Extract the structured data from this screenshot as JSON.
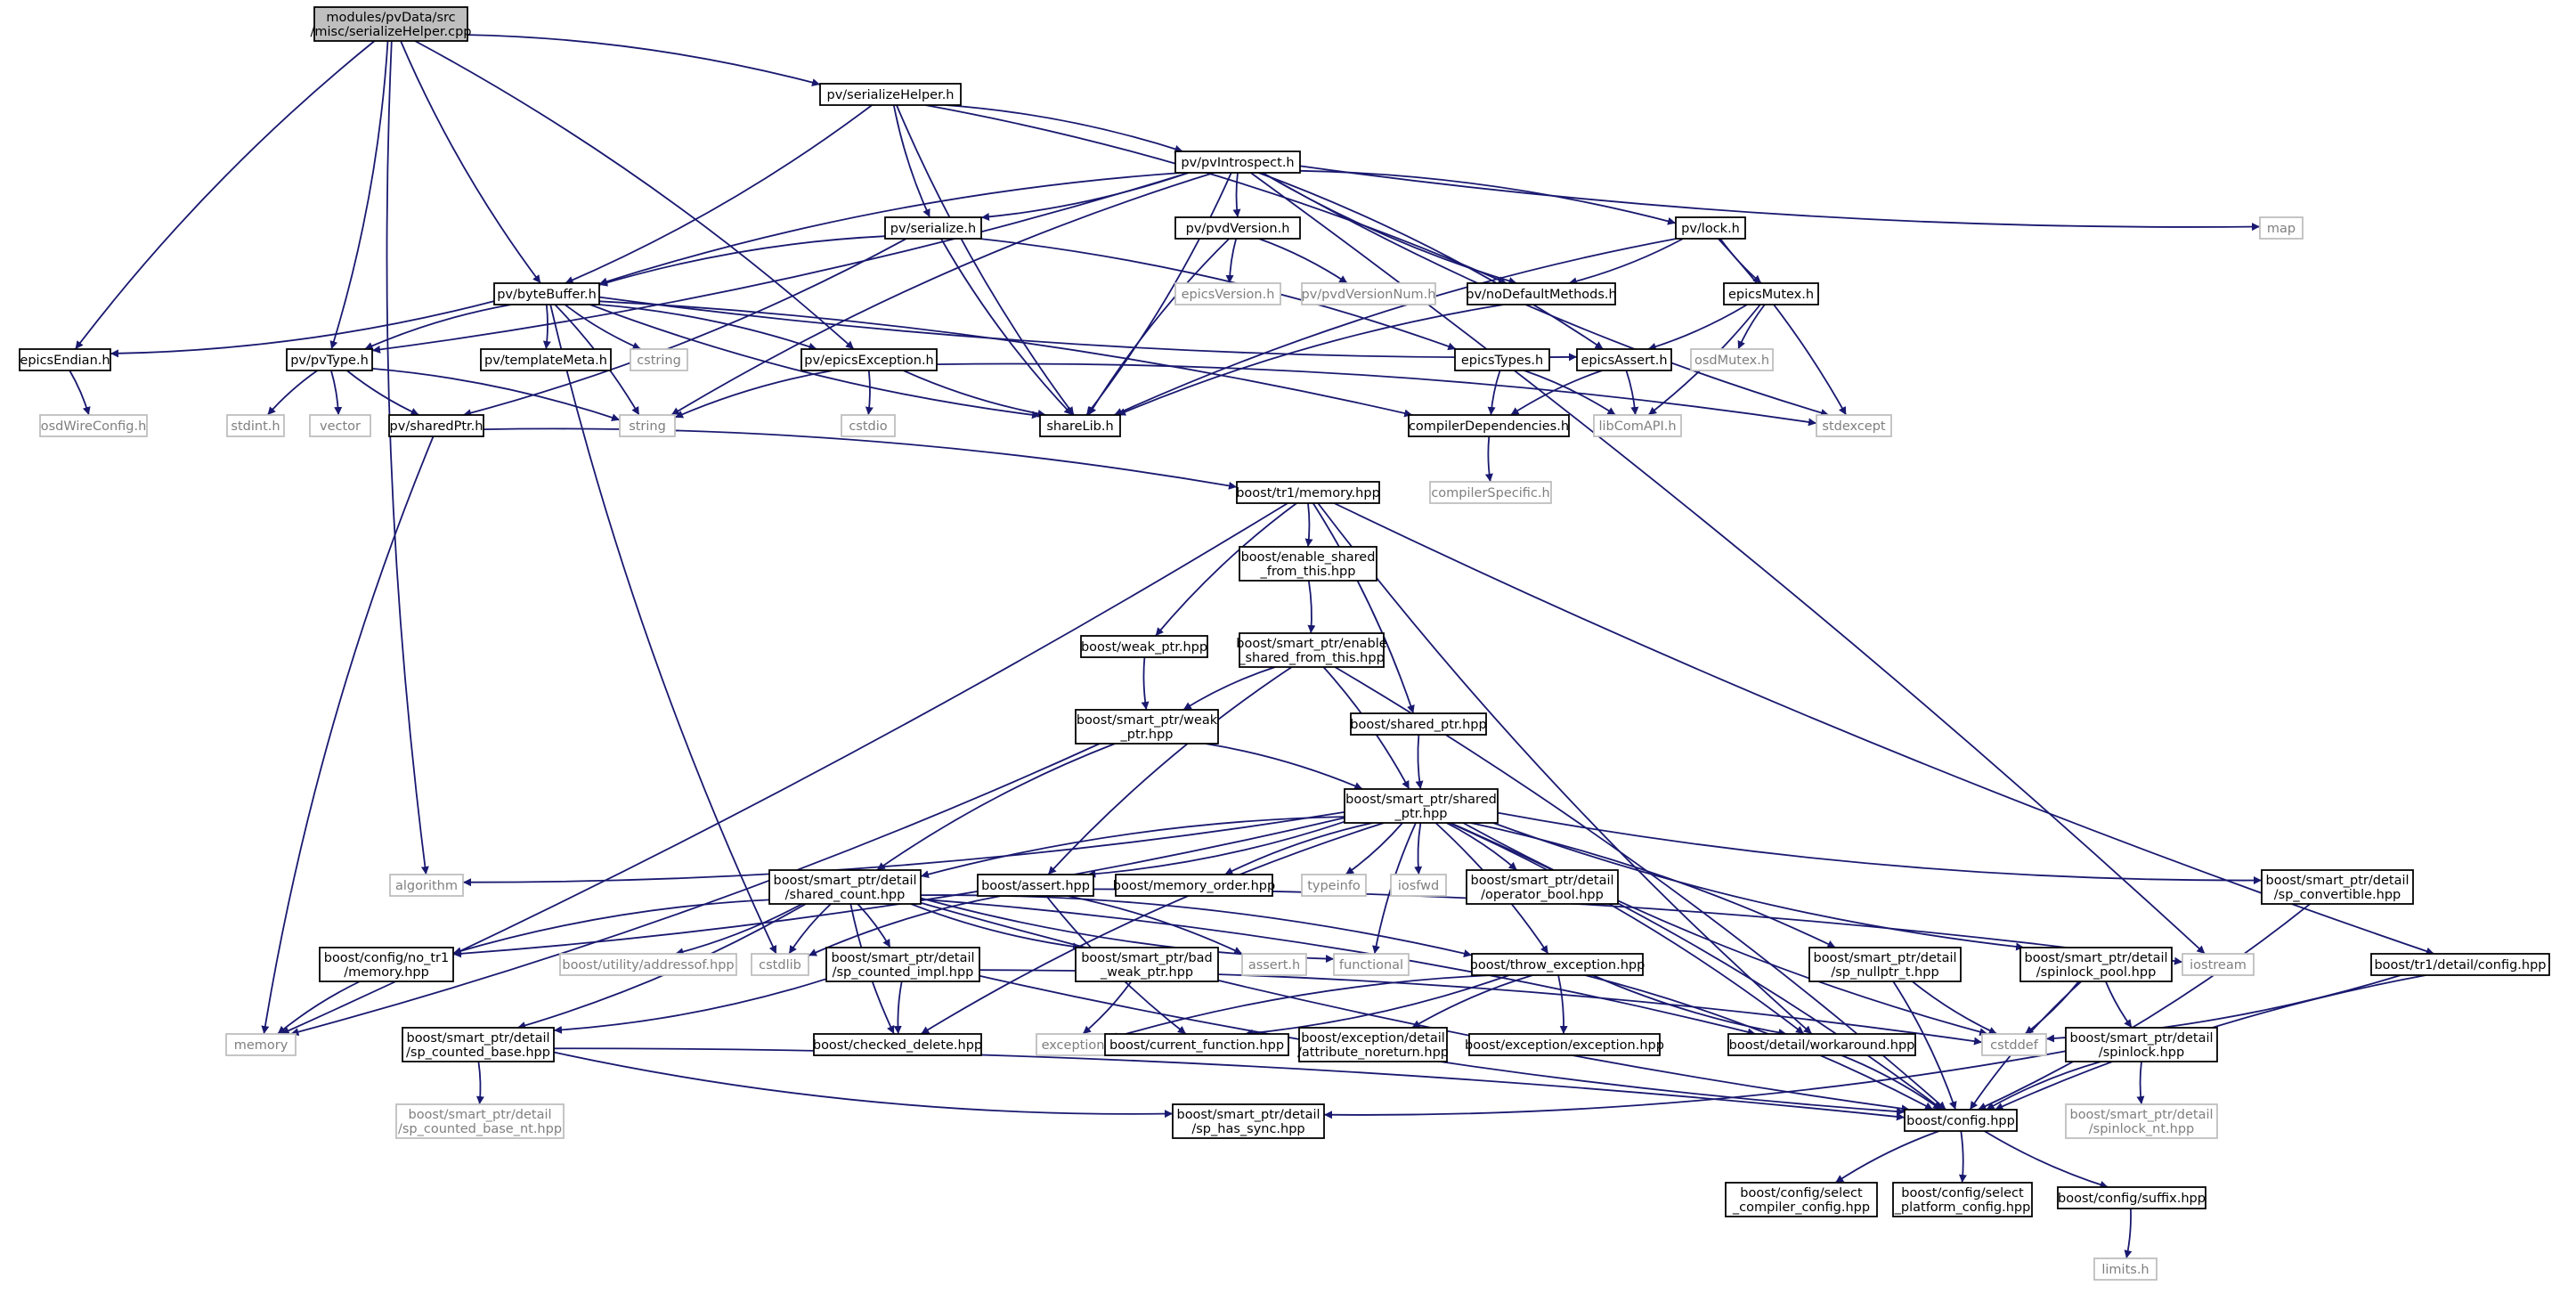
{
  "root": "modules/pvData/src/misc/serializeHelper.cpp",
  "colors": {
    "root_fill": "#bfbfbf",
    "node_border": "#000000",
    "external_border": "#bfbfbf",
    "edge": "#191970",
    "external_text": "#7f7f7f"
  },
  "nodes": [
    {
      "id": "root",
      "lines": [
        "modules/pvData/src",
        "/misc/serializeHelper.cpp"
      ],
      "kind": "root"
    },
    {
      "id": "serializeHelper",
      "lines": [
        "pv/serializeHelper.h"
      ],
      "kind": "local"
    },
    {
      "id": "pvIntrospect",
      "lines": [
        "pv/pvIntrospect.h"
      ],
      "kind": "local"
    },
    {
      "id": "map",
      "lines": [
        "map"
      ],
      "kind": "external"
    },
    {
      "id": "serialize",
      "lines": [
        "pv/serialize.h"
      ],
      "kind": "local"
    },
    {
      "id": "pvdVersion",
      "lines": [
        "pv/pvdVersion.h"
      ],
      "kind": "local"
    },
    {
      "id": "lock",
      "lines": [
        "pv/lock.h"
      ],
      "kind": "local"
    },
    {
      "id": "byteBuffer",
      "lines": [
        "pv/byteBuffer.h"
      ],
      "kind": "local"
    },
    {
      "id": "epicsVersion",
      "lines": [
        "epicsVersion.h"
      ],
      "kind": "external"
    },
    {
      "id": "pvdVersionNum",
      "lines": [
        "pv/pvdVersionNum.h"
      ],
      "kind": "external"
    },
    {
      "id": "noDefaultMethods",
      "lines": [
        "pv/noDefaultMethods.h"
      ],
      "kind": "local"
    },
    {
      "id": "epicsMutex",
      "lines": [
        "epicsMutex.h"
      ],
      "kind": "local"
    },
    {
      "id": "epicsEndian",
      "lines": [
        "epicsEndian.h"
      ],
      "kind": "local"
    },
    {
      "id": "osdWireConfig",
      "lines": [
        "osdWireConfig.h"
      ],
      "kind": "external"
    },
    {
      "id": "pvType",
      "lines": [
        "pv/pvType.h"
      ],
      "kind": "local"
    },
    {
      "id": "templateMeta",
      "lines": [
        "pv/templateMeta.h"
      ],
      "kind": "local"
    },
    {
      "id": "cstring",
      "lines": [
        "cstring"
      ],
      "kind": "external"
    },
    {
      "id": "epicsException",
      "lines": [
        "pv/epicsException.h"
      ],
      "kind": "local"
    },
    {
      "id": "epicsTypes",
      "lines": [
        "epicsTypes.h"
      ],
      "kind": "local"
    },
    {
      "id": "epicsAssert",
      "lines": [
        "epicsAssert.h"
      ],
      "kind": "local"
    },
    {
      "id": "osdMutex",
      "lines": [
        "osdMutex.h"
      ],
      "kind": "external"
    },
    {
      "id": "stdint",
      "lines": [
        "stdint.h"
      ],
      "kind": "external"
    },
    {
      "id": "vector",
      "lines": [
        "vector"
      ],
      "kind": "external"
    },
    {
      "id": "sharedPtr",
      "lines": [
        "pv/sharedPtr.h"
      ],
      "kind": "local"
    },
    {
      "id": "string",
      "lines": [
        "string"
      ],
      "kind": "external"
    },
    {
      "id": "cstdio",
      "lines": [
        "cstdio"
      ],
      "kind": "external"
    },
    {
      "id": "shareLib",
      "lines": [
        "shareLib.h"
      ],
      "kind": "local"
    },
    {
      "id": "compilerDependencies",
      "lines": [
        "compilerDependencies.h"
      ],
      "kind": "local"
    },
    {
      "id": "libComAPI",
      "lines": [
        "libComAPI.h"
      ],
      "kind": "external"
    },
    {
      "id": "stdexcept",
      "lines": [
        "stdexcept"
      ],
      "kind": "external"
    },
    {
      "id": "compilerSpecific",
      "lines": [
        "compilerSpecific.h"
      ],
      "kind": "external"
    },
    {
      "id": "tr1memory",
      "lines": [
        "boost/tr1/memory.hpp"
      ],
      "kind": "local"
    },
    {
      "id": "enableShared",
      "lines": [
        "boost/enable_shared",
        "_from_this.hpp"
      ],
      "kind": "local"
    },
    {
      "id": "spEnableShared",
      "lines": [
        "boost/smart_ptr/enable",
        "_shared_from_this.hpp"
      ],
      "kind": "local"
    },
    {
      "id": "weakPtr",
      "lines": [
        "boost/weak_ptr.hpp"
      ],
      "kind": "local"
    },
    {
      "id": "spWeakPtr",
      "lines": [
        "boost/smart_ptr/weak",
        "_ptr.hpp"
      ],
      "kind": "local"
    },
    {
      "id": "sharedPtrHpp",
      "lines": [
        "boost/shared_ptr.hpp"
      ],
      "kind": "local"
    },
    {
      "id": "spSharedPtr",
      "lines": [
        "boost/smart_ptr/shared",
        "_ptr.hpp"
      ],
      "kind": "local"
    },
    {
      "id": "algorithm",
      "lines": [
        "algorithm"
      ],
      "kind": "external"
    },
    {
      "id": "sharedCount",
      "lines": [
        "boost/smart_ptr/detail",
        "/shared_count.hpp"
      ],
      "kind": "local"
    },
    {
      "id": "assertHpp",
      "lines": [
        "boost/assert.hpp"
      ],
      "kind": "local"
    },
    {
      "id": "memoryOrder",
      "lines": [
        "boost/memory_order.hpp"
      ],
      "kind": "local"
    },
    {
      "id": "typeinfo",
      "lines": [
        "typeinfo"
      ],
      "kind": "external"
    },
    {
      "id": "iosfwd",
      "lines": [
        "iosfwd"
      ],
      "kind": "external"
    },
    {
      "id": "operatorBool",
      "lines": [
        "boost/smart_ptr/detail",
        "/operator_bool.hpp"
      ],
      "kind": "local"
    },
    {
      "id": "spConvertible",
      "lines": [
        "boost/smart_ptr/detail",
        "/sp_convertible.hpp"
      ],
      "kind": "local"
    },
    {
      "id": "noTr1Memory",
      "lines": [
        "boost/config/no_tr1",
        "/memory.hpp"
      ],
      "kind": "local"
    },
    {
      "id": "addressof",
      "lines": [
        "boost/utility/addressof.hpp"
      ],
      "kind": "external"
    },
    {
      "id": "cstdlib",
      "lines": [
        "cstdlib"
      ],
      "kind": "external"
    },
    {
      "id": "spCountedImpl",
      "lines": [
        "boost/smart_ptr/detail",
        "/sp_counted_impl.hpp"
      ],
      "kind": "local"
    },
    {
      "id": "badWeakPtr",
      "lines": [
        "boost/smart_ptr/bad",
        "_weak_ptr.hpp"
      ],
      "kind": "local"
    },
    {
      "id": "assertH",
      "lines": [
        "assert.h"
      ],
      "kind": "external"
    },
    {
      "id": "functional",
      "lines": [
        "functional"
      ],
      "kind": "external"
    },
    {
      "id": "throwException",
      "lines": [
        "boost/throw_exception.hpp"
      ],
      "kind": "local"
    },
    {
      "id": "iostream",
      "lines": [
        "iostream"
      ],
      "kind": "external"
    },
    {
      "id": "spNullptr",
      "lines": [
        "boost/smart_ptr/detail",
        "/sp_nullptr_t.hpp"
      ],
      "kind": "local"
    },
    {
      "id": "spinlockPool",
      "lines": [
        "boost/smart_ptr/detail",
        "/spinlock_pool.hpp"
      ],
      "kind": "local"
    },
    {
      "id": "tr1DetailConfig",
      "lines": [
        "boost/tr1/detail/config.hpp"
      ],
      "kind": "local"
    },
    {
      "id": "memory",
      "lines": [
        "memory"
      ],
      "kind": "external"
    },
    {
      "id": "spCountedBase",
      "lines": [
        "boost/smart_ptr/detail",
        "/sp_counted_base.hpp"
      ],
      "kind": "local"
    },
    {
      "id": "exception",
      "lines": [
        "exception"
      ],
      "kind": "external"
    },
    {
      "id": "checkedDelete",
      "lines": [
        "boost/checked_delete.hpp"
      ],
      "kind": "local"
    },
    {
      "id": "currentFunction",
      "lines": [
        "boost/current_function.hpp"
      ],
      "kind": "local"
    },
    {
      "id": "attrNoreturn",
      "lines": [
        "boost/exception/detail",
        "/attribute_noreturn.hpp"
      ],
      "kind": "local"
    },
    {
      "id": "exceptionHpp",
      "lines": [
        "boost/exception/exception.hpp"
      ],
      "kind": "local"
    },
    {
      "id": "workaround",
      "lines": [
        "boost/detail/workaround.hpp"
      ],
      "kind": "local"
    },
    {
      "id": "cstddef",
      "lines": [
        "cstddef"
      ],
      "kind": "external"
    },
    {
      "id": "spinlock",
      "lines": [
        "boost/smart_ptr/detail",
        "/spinlock.hpp"
      ],
      "kind": "local"
    },
    {
      "id": "spCountedBaseNt",
      "lines": [
        "boost/smart_ptr/detail",
        "/sp_counted_base_nt.hpp"
      ],
      "kind": "external"
    },
    {
      "id": "spHasSync",
      "lines": [
        "boost/smart_ptr/detail",
        "/sp_has_sync.hpp"
      ],
      "kind": "local"
    },
    {
      "id": "configHpp",
      "lines": [
        "boost/config.hpp"
      ],
      "kind": "local"
    },
    {
      "id": "spinlockNt",
      "lines": [
        "boost/smart_ptr/detail",
        "/spinlock_nt.hpp"
      ],
      "kind": "external"
    },
    {
      "id": "selectCompiler",
      "lines": [
        "boost/config/select",
        "_compiler_config.hpp"
      ],
      "kind": "local"
    },
    {
      "id": "selectPlatform",
      "lines": [
        "boost/config/select",
        "_platform_config.hpp"
      ],
      "kind": "local"
    },
    {
      "id": "suffix",
      "lines": [
        "boost/config/suffix.hpp"
      ],
      "kind": "local"
    },
    {
      "id": "limits",
      "lines": [
        "limits.h"
      ],
      "kind": "external"
    }
  ],
  "edges": [
    [
      "root",
      "serializeHelper"
    ],
    [
      "root",
      "epicsEndian"
    ],
    [
      "root",
      "pvType"
    ],
    [
      "root",
      "byteBuffer"
    ],
    [
      "root",
      "epicsException"
    ],
    [
      "root",
      "algorithm"
    ],
    [
      "serializeHelper",
      "pvIntrospect"
    ],
    [
      "serializeHelper",
      "serialize"
    ],
    [
      "serializeHelper",
      "byteBuffer"
    ],
    [
      "serializeHelper",
      "shareLib"
    ],
    [
      "serializeHelper",
      "noDefaultMethods"
    ],
    [
      "pvIntrospect",
      "map"
    ],
    [
      "pvIntrospect",
      "serialize"
    ],
    [
      "pvIntrospect",
      "pvdVersion"
    ],
    [
      "pvIntrospect",
      "lock"
    ],
    [
      "pvIntrospect",
      "byteBuffer"
    ],
    [
      "pvIntrospect",
      "pvType"
    ],
    [
      "pvIntrospect",
      "noDefaultMethods"
    ],
    [
      "pvIntrospect",
      "epicsAssert"
    ],
    [
      "pvIntrospect",
      "stdexcept"
    ],
    [
      "pvIntrospect",
      "shareLib"
    ],
    [
      "pvIntrospect",
      "string"
    ],
    [
      "pvIntrospect",
      "iostream"
    ],
    [
      "serialize",
      "byteBuffer"
    ],
    [
      "serialize",
      "sharedPtr"
    ],
    [
      "serialize",
      "shareLib"
    ],
    [
      "serialize",
      "epicsTypes"
    ],
    [
      "pvdVersion",
      "epicsVersion"
    ],
    [
      "pvdVersion",
      "pvdVersionNum"
    ],
    [
      "pvdVersion",
      "shareLib"
    ],
    [
      "lock",
      "noDefaultMethods"
    ],
    [
      "lock",
      "epicsMutex"
    ],
    [
      "lock",
      "stdexcept"
    ],
    [
      "lock",
      "shareLib"
    ],
    [
      "epicsMutex",
      "epicsAssert"
    ],
    [
      "epicsMutex",
      "osdMutex"
    ],
    [
      "epicsMutex",
      "libComAPI"
    ],
    [
      "noDefaultMethods",
      "shareLib"
    ],
    [
      "byteBuffer",
      "epicsEndian"
    ],
    [
      "byteBuffer",
      "pvType"
    ],
    [
      "byteBuffer",
      "templateMeta"
    ],
    [
      "byteBuffer",
      "cstring"
    ],
    [
      "byteBuffer",
      "epicsException"
    ],
    [
      "byteBuffer",
      "epicsAssert"
    ],
    [
      "byteBuffer",
      "compilerDependencies"
    ],
    [
      "byteBuffer",
      "shareLib"
    ],
    [
      "byteBuffer",
      "string"
    ],
    [
      "byteBuffer",
      "cstdlib"
    ],
    [
      "epicsEndian",
      "osdWireConfig"
    ],
    [
      "pvType",
      "stdint"
    ],
    [
      "pvType",
      "vector"
    ],
    [
      "pvType",
      "sharedPtr"
    ],
    [
      "pvType",
      "string"
    ],
    [
      "epicsException",
      "string"
    ],
    [
      "epicsException",
      "cstdio"
    ],
    [
      "epicsException",
      "shareLib"
    ],
    [
      "epicsException",
      "stdexcept"
    ],
    [
      "epicsTypes",
      "compilerDependencies"
    ],
    [
      "epicsTypes",
      "libComAPI"
    ],
    [
      "epicsAssert",
      "compilerDependencies"
    ],
    [
      "epicsAssert",
      "libComAPI"
    ],
    [
      "compilerDependencies",
      "compilerSpecific"
    ],
    [
      "sharedPtr",
      "tr1memory"
    ],
    [
      "sharedPtr",
      "memory"
    ],
    [
      "tr1memory",
      "enableShared"
    ],
    [
      "tr1memory",
      "weakPtr"
    ],
    [
      "tr1memory",
      "sharedPtrHpp"
    ],
    [
      "tr1memory",
      "tr1DetailConfig"
    ],
    [
      "tr1memory",
      "memory"
    ],
    [
      "tr1memory",
      "workaround"
    ],
    [
      "enableShared",
      "spEnableShared"
    ],
    [
      "spEnableShared",
      "spWeakPtr"
    ],
    [
      "spEnableShared",
      "spSharedPtr"
    ],
    [
      "spEnableShared",
      "assertHpp"
    ],
    [
      "spEnableShared",
      "configHpp"
    ],
    [
      "weakPtr",
      "spWeakPtr"
    ],
    [
      "spWeakPtr",
      "spSharedPtr"
    ],
    [
      "spWeakPtr",
      "sharedCount"
    ],
    [
      "spWeakPtr",
      "memory"
    ],
    [
      "sharedPtrHpp",
      "spSharedPtr"
    ],
    [
      "spSharedPtr",
      "algorithm"
    ],
    [
      "spSharedPtr",
      "sharedCount"
    ],
    [
      "spSharedPtr",
      "assertHpp"
    ],
    [
      "spSharedPtr",
      "memoryOrder"
    ],
    [
      "spSharedPtr",
      "typeinfo"
    ],
    [
      "spSharedPtr",
      "iosfwd"
    ],
    [
      "spSharedPtr",
      "operatorBool"
    ],
    [
      "spSharedPtr",
      "spConvertible"
    ],
    [
      "spSharedPtr",
      "noTr1Memory"
    ],
    [
      "spSharedPtr",
      "checkedDelete"
    ],
    [
      "spSharedPtr",
      "throwException"
    ],
    [
      "spSharedPtr",
      "functional"
    ],
    [
      "spSharedPtr",
      "spNullptr"
    ],
    [
      "spSharedPtr",
      "spinlockPool"
    ],
    [
      "spSharedPtr",
      "workaround"
    ],
    [
      "spSharedPtr",
      "cstddef"
    ],
    [
      "spSharedPtr",
      "configHpp"
    ],
    [
      "sharedCount",
      "noTr1Memory"
    ],
    [
      "sharedCount",
      "addressof"
    ],
    [
      "sharedCount",
      "cstdlib"
    ],
    [
      "sharedCount",
      "spCountedImpl"
    ],
    [
      "sharedCount",
      "badWeakPtr"
    ],
    [
      "sharedCount",
      "spCountedBase"
    ],
    [
      "sharedCount",
      "checkedDelete"
    ],
    [
      "sharedCount",
      "throwException"
    ],
    [
      "sharedCount",
      "functional"
    ],
    [
      "sharedCount",
      "workaround"
    ],
    [
      "sharedCount",
      "configHpp"
    ],
    [
      "assertHpp",
      "assertH"
    ],
    [
      "assertHpp",
      "currentFunction"
    ],
    [
      "assertHpp",
      "iostream"
    ],
    [
      "assertHpp",
      "cstdlib"
    ],
    [
      "spConvertible",
      "configHpp"
    ],
    [
      "noTr1Memory",
      "memory"
    ],
    [
      "spCountedImpl",
      "spCountedBase"
    ],
    [
      "spCountedImpl",
      "checkedDelete"
    ],
    [
      "spCountedImpl",
      "cstddef"
    ],
    [
      "spCountedImpl",
      "configHpp"
    ],
    [
      "badWeakPtr",
      "exception"
    ],
    [
      "throwException",
      "exception"
    ],
    [
      "throwException",
      "currentFunction"
    ],
    [
      "throwException",
      "attrNoreturn"
    ],
    [
      "throwException",
      "exceptionHpp"
    ],
    [
      "throwException",
      "workaround"
    ],
    [
      "throwException",
      "configHpp"
    ],
    [
      "spNullptr",
      "cstddef"
    ],
    [
      "spNullptr",
      "configHpp"
    ],
    [
      "spinlockPool",
      "spinlock"
    ],
    [
      "spinlockPool",
      "cstddef"
    ],
    [
      "spinlockPool",
      "configHpp"
    ],
    [
      "tr1DetailConfig",
      "cstddef"
    ],
    [
      "tr1DetailConfig",
      "configHpp"
    ],
    [
      "spCountedBase",
      "spCountedBaseNt"
    ],
    [
      "spCountedBase",
      "spHasSync"
    ],
    [
      "spCountedBase",
      "configHpp"
    ],
    [
      "spinlock",
      "spinlockNt"
    ],
    [
      "spinlock",
      "spHasSync"
    ],
    [
      "spinlock",
      "configHpp"
    ],
    [
      "workaround",
      "configHpp"
    ],
    [
      "configHpp",
      "selectCompiler"
    ],
    [
      "configHpp",
      "selectPlatform"
    ],
    [
      "configHpp",
      "suffix"
    ],
    [
      "suffix",
      "limits"
    ]
  ]
}
